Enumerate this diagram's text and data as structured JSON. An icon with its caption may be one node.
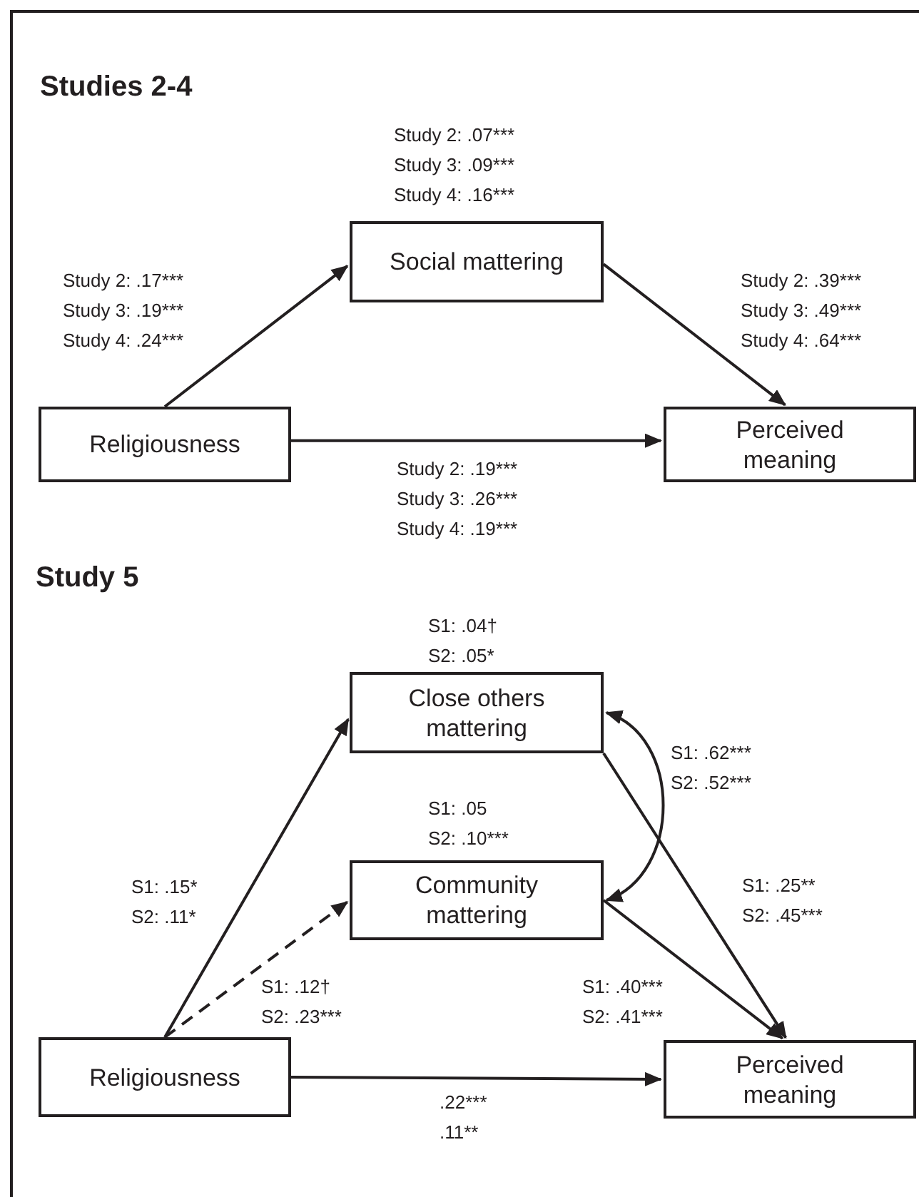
{
  "diagram": {
    "nodes": [
      {
        "text": [
          "Social mattering"
        ],
        "beside": [
          "Study 2: .07*** Study 3: .09*** Study 4: .16***"
        ]
      },
      {
        "text": [
          "Religiousness"
        ]
      },
      {
        "text": [
          "Perceived meaning"
        ]
      },
      {
        "text": [
          "Close others mattering"
        ],
        "beside": [
          "S1: .04† S2: .05*"
        ]
      },
      {
        "text": [
          "Community mattering"
        ],
        "beside": [
          "S1: .05 S2: .10***"
        ]
      },
      {
        "text": [
          "Religiousness"
        ]
      },
      {
        "text": [
          "Perceived meaning"
        ]
      }
    ],
    "edges": [
      {
        "from": 1,
        "to": 0,
        "arrow": "to",
        "label": "Study 2: .17*** Study 3: .19*** Study 4: .24***"
      },
      {
        "from": 0,
        "to": 2,
        "arrow": "to",
        "label": "Study 2: .39*** Study 3: .49*** Study 4: .64***"
      },
      {
        "from": 1,
        "to": 2,
        "arrow": "to",
        "label": "Study 2: .19*** Study 3: .26*** Study 4: .19***"
      },
      {
        "from": 3,
        "to": 4,
        "arrow": "both",
        "label": "S1: .62*** S2: .52***"
      },
      {
        "from": 5,
        "to": 3,
        "arrow": "to",
        "label": "S1: .15* S2: .11*"
      },
      {
        "from": 5,
        "to": 4,
        "arrow": "to",
        "style": "dashed",
        "label": "S1: .12† S2: .23***"
      },
      {
        "from": 3,
        "to": 6,
        "arrow": "to",
        "label": "S1: .25** S2: .45***"
      },
      {
        "from": 4,
        "to": 6,
        "arrow": "to",
        "label": "S1: .40*** S2: .41***"
      },
      {
        "from": 5,
        "to": 6,
        "arrow": "to",
        "label": ".22*** .11**"
      }
    ],
    "labels": [
      "Studies 2-4",
      "Study 5"
    ]
  }
}
